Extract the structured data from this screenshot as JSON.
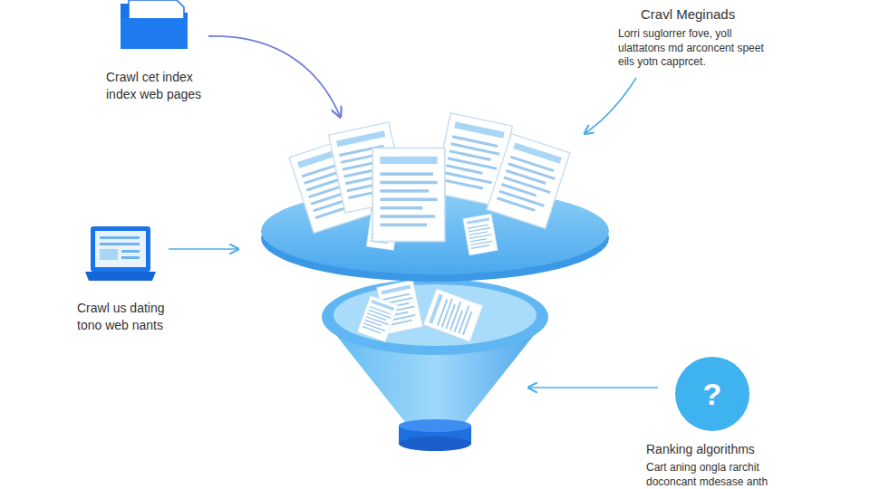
{
  "diagram": {
    "nodes": [
      {
        "text": [
          "?"
        ]
      }
    ],
    "labels": [
      "Crawl cet index index web pages",
      "Cravl Meginads",
      "Lorri suglorrer fove, yoll ulattatons md arconcent speet eils yotn capprcet.",
      "Crawl us dating tono web nants",
      "Ranking algorithms",
      "Cart aning ongla rarchit doconcant mdesase anth"
    ]
  }
}
